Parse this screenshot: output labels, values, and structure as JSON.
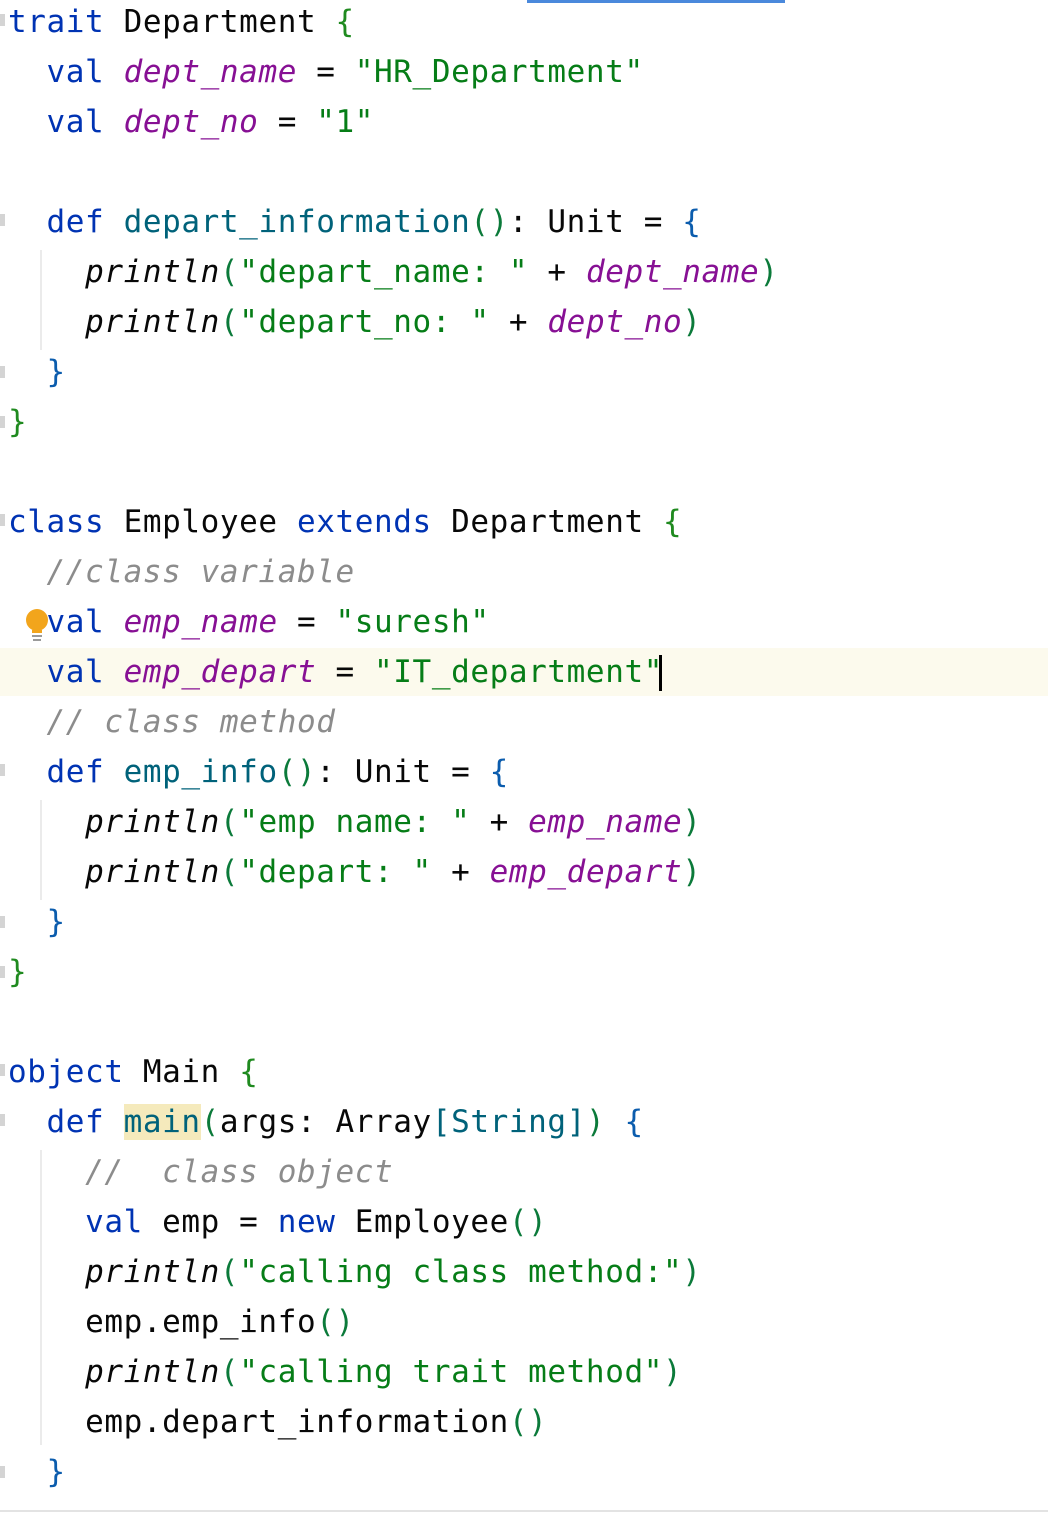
{
  "editor": {
    "language": "Scala",
    "current_line": 14,
    "intention_icon": "lightbulb-icon",
    "colors": {
      "keyword": "#0033b3",
      "field": "#871094",
      "string": "#067d17",
      "function": "#00627a",
      "comment": "#8c8c8c",
      "brace": "#1f8a1f",
      "current_line_bg": "#fcfaed",
      "usage_highlight": "#f5eabc"
    },
    "lines": [
      {
        "n": 1,
        "tokens": [
          {
            "t": "trait",
            "c": "kw"
          },
          {
            "t": " ",
            "c": "plain"
          },
          {
            "t": "Department",
            "c": "plain"
          },
          {
            "t": " ",
            "c": "plain"
          },
          {
            "t": "{",
            "c": "brace"
          }
        ]
      },
      {
        "n": 2,
        "tokens": [
          {
            "t": "  ",
            "c": "plain"
          },
          {
            "t": "val",
            "c": "kw"
          },
          {
            "t": " ",
            "c": "plain"
          },
          {
            "t": "dept_name",
            "c": "fld"
          },
          {
            "t": " = ",
            "c": "plain"
          },
          {
            "t": "\"HR_Department\"",
            "c": "str"
          }
        ]
      },
      {
        "n": 3,
        "tokens": [
          {
            "t": "  ",
            "c": "plain"
          },
          {
            "t": "val",
            "c": "kw"
          },
          {
            "t": " ",
            "c": "plain"
          },
          {
            "t": "dept_no",
            "c": "fld"
          },
          {
            "t": " = ",
            "c": "plain"
          },
          {
            "t": "\"1\"",
            "c": "str"
          }
        ]
      },
      {
        "n": 4,
        "tokens": []
      },
      {
        "n": 5,
        "tokens": [
          {
            "t": "  ",
            "c": "plain"
          },
          {
            "t": "def",
            "c": "kw"
          },
          {
            "t": " ",
            "c": "plain"
          },
          {
            "t": "depart_information",
            "c": "fn"
          },
          {
            "t": "()",
            "c": "paren"
          },
          {
            "t": ": Unit = ",
            "c": "plain"
          },
          {
            "t": "{",
            "c": "brace2"
          }
        ]
      },
      {
        "n": 6,
        "tokens": [
          {
            "t": "    ",
            "c": "plain"
          },
          {
            "t": "println",
            "c": "builtin"
          },
          {
            "t": "(",
            "c": "paren"
          },
          {
            "t": "\"depart_name: \"",
            "c": "str"
          },
          {
            "t": " + ",
            "c": "plain"
          },
          {
            "t": "dept_name",
            "c": "fld"
          },
          {
            "t": ")",
            "c": "paren"
          }
        ]
      },
      {
        "n": 7,
        "tokens": [
          {
            "t": "    ",
            "c": "plain"
          },
          {
            "t": "println",
            "c": "builtin"
          },
          {
            "t": "(",
            "c": "paren"
          },
          {
            "t": "\"depart_no: \"",
            "c": "str"
          },
          {
            "t": " + ",
            "c": "plain"
          },
          {
            "t": "dept_no",
            "c": "fld"
          },
          {
            "t": ")",
            "c": "paren"
          }
        ]
      },
      {
        "n": 8,
        "tokens": [
          {
            "t": "  ",
            "c": "plain"
          },
          {
            "t": "}",
            "c": "brace2"
          }
        ]
      },
      {
        "n": 9,
        "tokens": [
          {
            "t": "}",
            "c": "brace"
          }
        ]
      },
      {
        "n": 10,
        "tokens": []
      },
      {
        "n": 11,
        "tokens": [
          {
            "t": "class",
            "c": "kw"
          },
          {
            "t": " Employee ",
            "c": "plain"
          },
          {
            "t": "extends",
            "c": "kw"
          },
          {
            "t": " Department ",
            "c": "plain"
          },
          {
            "t": "{",
            "c": "brace"
          }
        ]
      },
      {
        "n": 12,
        "tokens": [
          {
            "t": "  ",
            "c": "plain"
          },
          {
            "t": "//class variable",
            "c": "cmt"
          }
        ]
      },
      {
        "n": 13,
        "tokens": [
          {
            "t": "  ",
            "c": "plain"
          },
          {
            "t": "val",
            "c": "kw"
          },
          {
            "t": " ",
            "c": "plain"
          },
          {
            "t": "emp_name",
            "c": "fld"
          },
          {
            "t": " = ",
            "c": "plain"
          },
          {
            "t": "\"suresh\"",
            "c": "str"
          }
        ]
      },
      {
        "n": 14,
        "tokens": [
          {
            "t": "  ",
            "c": "plain"
          },
          {
            "t": "val",
            "c": "kw"
          },
          {
            "t": " ",
            "c": "plain"
          },
          {
            "t": "emp_depart",
            "c": "fld"
          },
          {
            "t": " = ",
            "c": "plain"
          },
          {
            "t": "\"IT_department\"",
            "c": "str"
          }
        ]
      },
      {
        "n": 15,
        "tokens": [
          {
            "t": "  ",
            "c": "plain"
          },
          {
            "t": "// class method",
            "c": "cmt"
          }
        ]
      },
      {
        "n": 16,
        "tokens": [
          {
            "t": "  ",
            "c": "plain"
          },
          {
            "t": "def",
            "c": "kw"
          },
          {
            "t": " ",
            "c": "plain"
          },
          {
            "t": "emp_info",
            "c": "fn"
          },
          {
            "t": "()",
            "c": "paren"
          },
          {
            "t": ": Unit = ",
            "c": "plain"
          },
          {
            "t": "{",
            "c": "brace2"
          }
        ]
      },
      {
        "n": 17,
        "tokens": [
          {
            "t": "    ",
            "c": "plain"
          },
          {
            "t": "println",
            "c": "builtin"
          },
          {
            "t": "(",
            "c": "paren"
          },
          {
            "t": "\"emp name: \"",
            "c": "str"
          },
          {
            "t": " + ",
            "c": "plain"
          },
          {
            "t": "emp_name",
            "c": "fld"
          },
          {
            "t": ")",
            "c": "paren"
          }
        ]
      },
      {
        "n": 18,
        "tokens": [
          {
            "t": "    ",
            "c": "plain"
          },
          {
            "t": "println",
            "c": "builtin"
          },
          {
            "t": "(",
            "c": "paren"
          },
          {
            "t": "\"depart: \"",
            "c": "str"
          },
          {
            "t": " + ",
            "c": "plain"
          },
          {
            "t": "emp_depart",
            "c": "fld"
          },
          {
            "t": ")",
            "c": "paren"
          }
        ]
      },
      {
        "n": 19,
        "tokens": [
          {
            "t": "  ",
            "c": "plain"
          },
          {
            "t": "}",
            "c": "brace2"
          }
        ]
      },
      {
        "n": 20,
        "tokens": [
          {
            "t": "}",
            "c": "brace"
          }
        ]
      },
      {
        "n": 21,
        "tokens": []
      },
      {
        "n": 22,
        "tokens": [
          {
            "t": "object",
            "c": "kw"
          },
          {
            "t": " Main ",
            "c": "plain"
          },
          {
            "t": "{",
            "c": "brace"
          }
        ]
      },
      {
        "n": 23,
        "tokens": [
          {
            "t": "  ",
            "c": "plain"
          },
          {
            "t": "def",
            "c": "kw"
          },
          {
            "t": " ",
            "c": "plain"
          },
          {
            "t": "main",
            "c": "fn",
            "hl": true
          },
          {
            "t": "(",
            "c": "paren"
          },
          {
            "t": "args: Array",
            "c": "plain"
          },
          {
            "t": "[",
            "c": "typ"
          },
          {
            "t": "String",
            "c": "typ"
          },
          {
            "t": "]",
            "c": "typ"
          },
          {
            "t": ")",
            "c": "paren"
          },
          {
            "t": " ",
            "c": "plain"
          },
          {
            "t": "{",
            "c": "brace2"
          }
        ]
      },
      {
        "n": 24,
        "tokens": [
          {
            "t": "    ",
            "c": "plain"
          },
          {
            "t": "//  class object",
            "c": "cmt"
          }
        ]
      },
      {
        "n": 25,
        "tokens": [
          {
            "t": "    ",
            "c": "plain"
          },
          {
            "t": "val",
            "c": "kw"
          },
          {
            "t": " emp = ",
            "c": "plain"
          },
          {
            "t": "new",
            "c": "kw"
          },
          {
            "t": " Employee",
            "c": "plain"
          },
          {
            "t": "()",
            "c": "paren"
          }
        ]
      },
      {
        "n": 26,
        "tokens": [
          {
            "t": "    ",
            "c": "plain"
          },
          {
            "t": "println",
            "c": "builtin"
          },
          {
            "t": "(",
            "c": "paren"
          },
          {
            "t": "\"calling class method:\"",
            "c": "str"
          },
          {
            "t": ")",
            "c": "paren"
          }
        ]
      },
      {
        "n": 27,
        "tokens": [
          {
            "t": "    ",
            "c": "plain"
          },
          {
            "t": "emp.emp_info",
            "c": "plain"
          },
          {
            "t": "()",
            "c": "paren"
          }
        ]
      },
      {
        "n": 28,
        "tokens": [
          {
            "t": "    ",
            "c": "plain"
          },
          {
            "t": "println",
            "c": "builtin"
          },
          {
            "t": "(",
            "c": "paren"
          },
          {
            "t": "\"calling trait method\"",
            "c": "str"
          },
          {
            "t": ")",
            "c": "paren"
          }
        ]
      },
      {
        "n": 29,
        "tokens": [
          {
            "t": "    ",
            "c": "plain"
          },
          {
            "t": "emp.depart_information",
            "c": "plain"
          },
          {
            "t": "()",
            "c": "paren"
          }
        ]
      },
      {
        "n": 30,
        "tokens": [
          {
            "t": "  ",
            "c": "plain"
          },
          {
            "t": "}",
            "c": "brace2"
          }
        ]
      }
    ]
  }
}
